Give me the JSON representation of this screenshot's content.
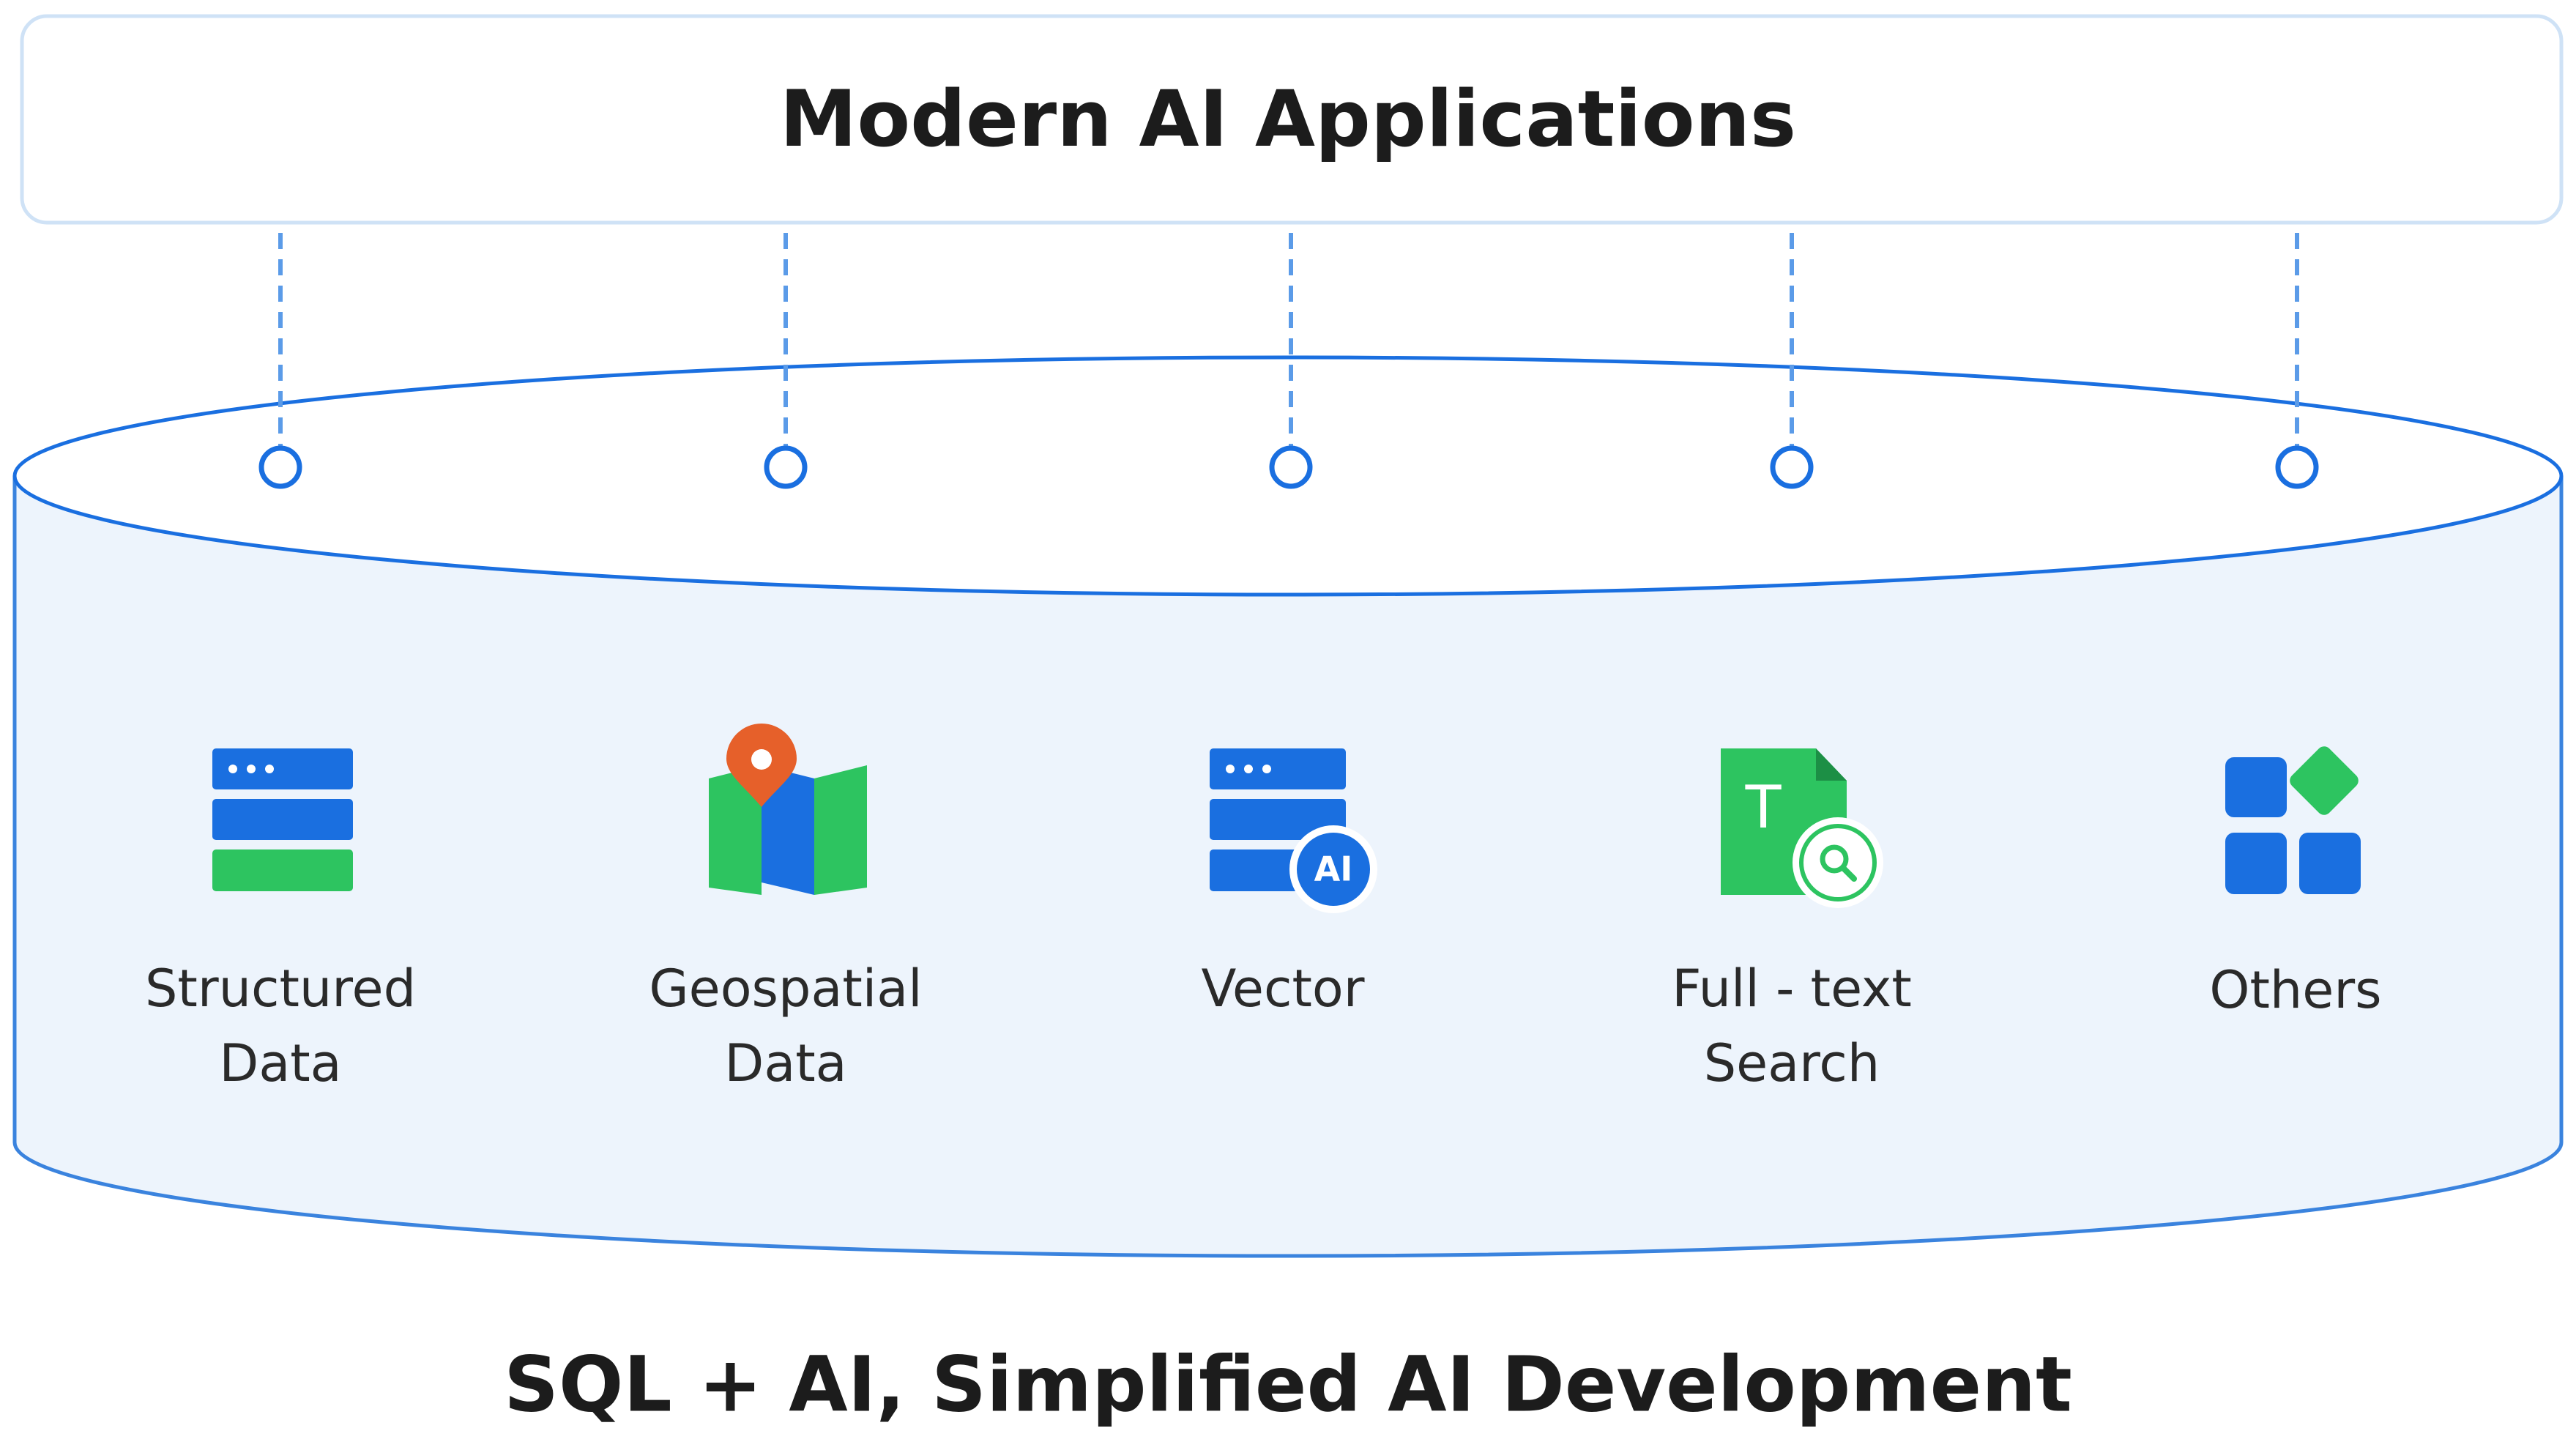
{
  "banner": {
    "title": "Modern AI Applications"
  },
  "database": {
    "features": [
      {
        "icon": "structured-data-icon",
        "label_line1": "Structured",
        "label_line2": "Data"
      },
      {
        "icon": "geospatial-map-icon",
        "label_line1": "Geospatial",
        "label_line2": "Data"
      },
      {
        "icon": "vector-ai-icon",
        "label_line1": "Vector",
        "label_line2": ""
      },
      {
        "icon": "full-text-search-icon",
        "label_line1": "Full - text",
        "label_line2": "Search"
      },
      {
        "icon": "others-blocks-icon",
        "label_line1": "Others",
        "label_line2": ""
      }
    ]
  },
  "caption": "SQL + AI, Simplified AI Development",
  "colors": {
    "blue": "#1a6fe0",
    "blue_stroke": "#3a83de",
    "green": "#2dc460",
    "orange": "#e6602a",
    "cylinder_fill": "#edf4fc",
    "banner_border": "#cfe2f6"
  }
}
